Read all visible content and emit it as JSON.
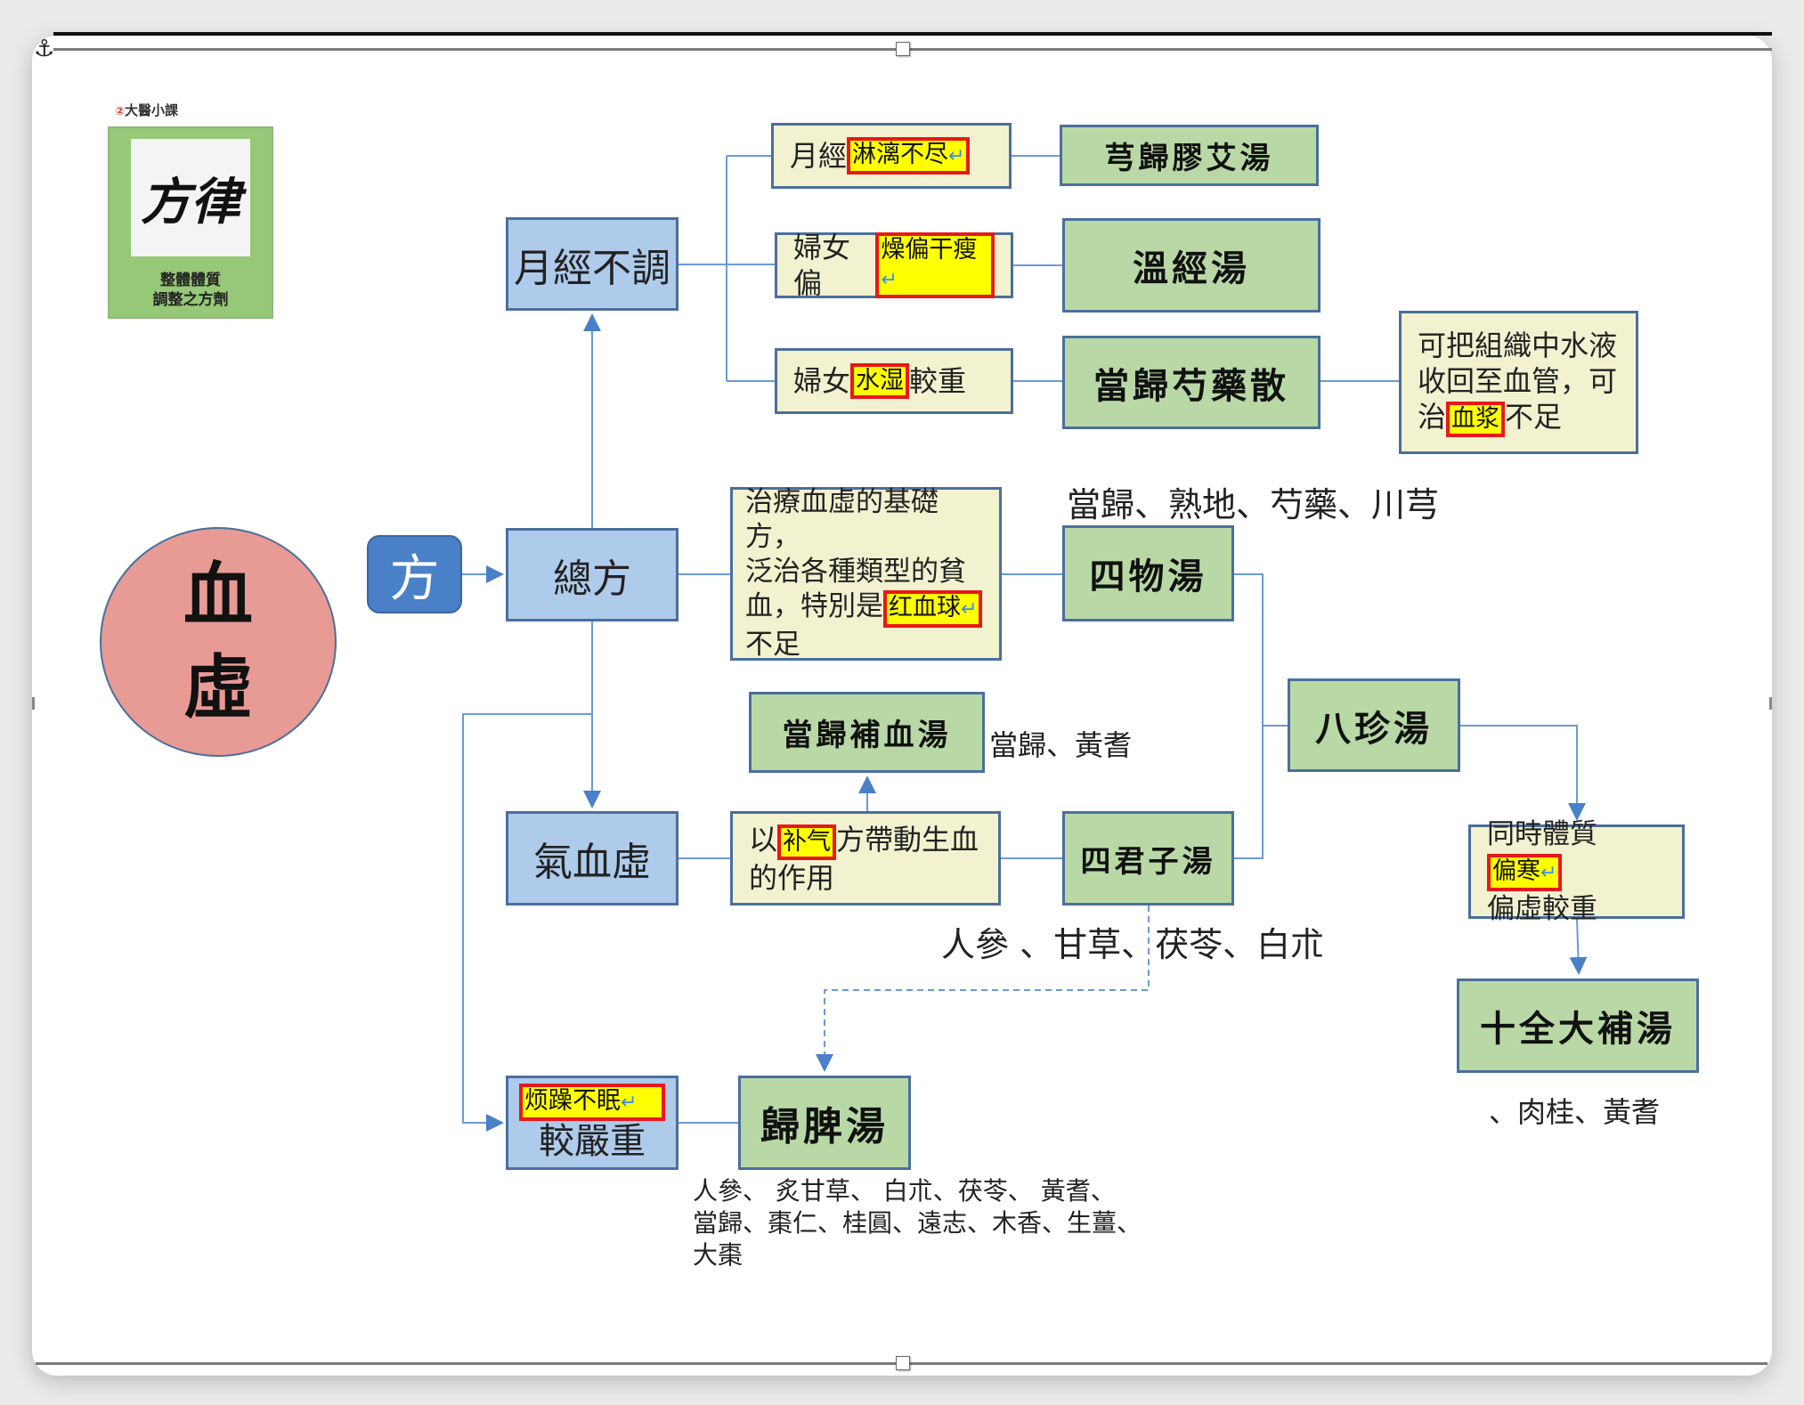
{
  "logo": {
    "brand_label": "大醫小課",
    "calligraphy": "方律",
    "caption_line1": "整體體質",
    "caption_line2": "調整之方劑"
  },
  "root": {
    "line1": "血",
    "line2": "虛"
  },
  "fang_button": "方",
  "nodes": {
    "zong_fang": "總方",
    "yue_jing_bu_tiao": "月經不調",
    "qi_xue_xu": "氣血虛",
    "jiao_yan_zhong": {
      "highlight": "烦躁不眠",
      "text": "較嚴重"
    }
  },
  "menstrual_branches": [
    {
      "prefix": "月經",
      "highlight": "淋漓不尽",
      "suffix": "",
      "formula": "芎歸膠艾湯"
    },
    {
      "prefix": "婦女偏",
      "highlight": "燥偏干瘦",
      "suffix": "",
      "formula": "溫經湯"
    },
    {
      "prefix": "婦女",
      "highlight": "水湿",
      "suffix": "較重",
      "formula": "當歸芍藥散"
    }
  ],
  "danggui_shaoyao_note": {
    "line1": "可把組織中水液",
    "line2": "收回至血管，可",
    "prefix3": "治",
    "highlight": "血浆",
    "suffix3": "不足"
  },
  "siwu_note": {
    "line1": "治療血虛的基礎方，",
    "line2": "泛治各種類型的貧",
    "prefix3": "血，特別是",
    "highlight": "红血球",
    "line4": "不足"
  },
  "siwu": {
    "formula": "四物湯",
    "ingredients": "當歸、熟地、芍藥、川芎"
  },
  "danggui_buxue": {
    "formula": "當歸補血湯",
    "ingredients": "當歸、黃耆"
  },
  "buqi_note": {
    "prefix": "以",
    "highlight": "补气",
    "suffix": "方帶動生血",
    "line2": "的作用"
  },
  "sijunzi": {
    "formula": "四君子湯",
    "ingredients": "人參 、甘草、茯苓、白朮"
  },
  "bazhen": {
    "formula": "八珍湯"
  },
  "bazhen_note": {
    "prefix": "同時體質",
    "highlight": "偏寒",
    "line2": "偏虛較重"
  },
  "shiquan": {
    "formula": "十全大補湯",
    "ingredients": "、肉桂、黃耆"
  },
  "guipi": {
    "formula": "歸脾湯",
    "ingredients_line1": "人參、 炙甘草、 白朮、茯苓、 黃耆、",
    "ingredients_line2": "當歸、棗仁、桂圓、遠志、木香、生薑、",
    "ingredients_line3": "大棗"
  },
  "return_mark": "↵",
  "colors": {
    "blue_node": "#aecbeb",
    "green_node": "#b8d9a6",
    "cream_node": "#f2f2d0",
    "root_circle": "#e89a94",
    "fang_button": "#4a80c8",
    "highlight": "#ffff00",
    "highlight_border": "#e81818",
    "connector": "#5b8fd0"
  }
}
